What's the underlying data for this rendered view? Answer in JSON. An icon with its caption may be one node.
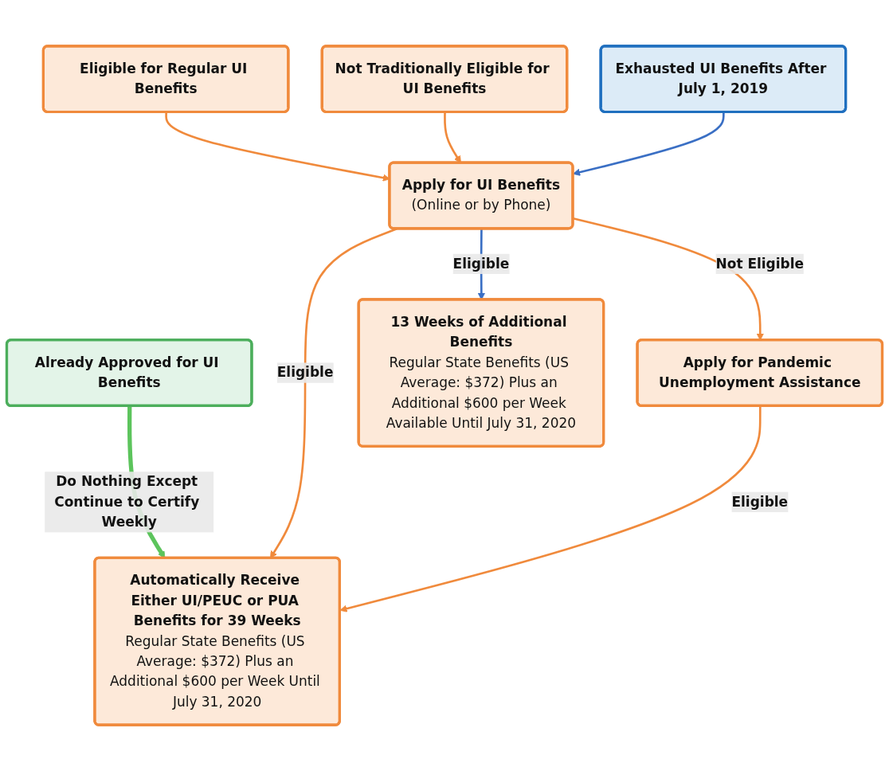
{
  "diagram": {
    "nodes": [
      {
        "text": [
          "Already Approved for UI Benefits"
        ]
      },
      {
        "text": [
          "Eligible for Regular UI Benefits"
        ]
      },
      {
        "text": [
          "Not Traditionally Eligible for UI Benefits"
        ]
      },
      {
        "text": [
          "Exhausted UI Benefits After July 1, 2019"
        ]
      },
      {
        "text": [
          "Apply for UI Benefits",
          "(Online or by Phone)"
        ]
      },
      {
        "text": [
          "Apply for Pandemic Unemployment Assistance"
        ]
      },
      {
        "text": [
          "Automatically Receive Either UI/PEUC or PUA Benefits for 39 Weeks",
          "Regular State Benefits (US Average: $372) Plus an Additional $600 per Week Until July 31, 2020"
        ]
      },
      {
        "text": [
          "13 Weeks of Additional Benefits",
          "Regular State Benefits (US Average: $372) Plus an Additional $600 per Week Available Until July 31, 2020"
        ]
      }
    ],
    "edges": [
      {
        "from": 0,
        "to": 6,
        "arrow": "to",
        "label": "Do Nothing Except Continue to Certify Weekly",
        "style": "thick",
        "color": "#5cc45c"
      },
      {
        "from": 1,
        "to": 4,
        "arrow": "to"
      },
      {
        "from": 2,
        "to": 4,
        "arrow": "to"
      },
      {
        "from": 3,
        "to": 4,
        "arrow": "to",
        "color": "#3a6fc4"
      },
      {
        "from": 4,
        "to": 6,
        "arrow": "to",
        "label": "Eligible"
      },
      {
        "from": 4,
        "to": 5,
        "arrow": "to",
        "label": "Not Eligible"
      },
      {
        "from": 5,
        "to": 6,
        "arrow": "to",
        "label": "Eligible"
      },
      {
        "from": 4,
        "to": 7,
        "arrow": "to",
        "label": "Eligible",
        "color": "#3a6fc4"
      }
    ]
  }
}
